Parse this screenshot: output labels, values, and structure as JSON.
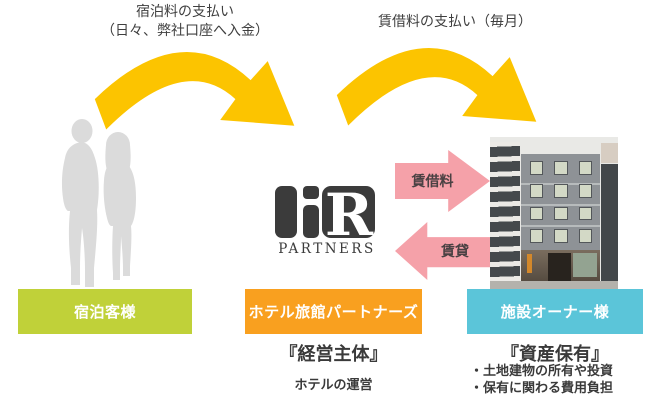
{
  "flow_labels": {
    "guest_payment_line1": "宿泊料の支払い",
    "guest_payment_line2": "（日々、弊社口座へ入金）",
    "rent_payment": "賃借料の支払い（毎月）"
  },
  "logo": {
    "r_letter": "R",
    "wordmark": "PARTNERS"
  },
  "exchange_arrows": {
    "rent_fee": "賃借料",
    "lease": "賃貸"
  },
  "entities": {
    "guest": {
      "label": "宿泊客様",
      "color": "#c0d139"
    },
    "company": {
      "label": "ホテル旅館パートナーズ",
      "color": "#f9a01f"
    },
    "owner": {
      "label": "施設オーナー様",
      "color": "#5bc5d9"
    }
  },
  "roles": {
    "company": {
      "title": "『経営主体』",
      "desc": "ホテルの運営"
    },
    "owner": {
      "title": "『資産保有』",
      "bullets": [
        "・土地建物の所有や投資",
        "・保有に関わる費用負担"
      ]
    }
  },
  "colors": {
    "arrow_yellow": "#fcc400",
    "arrow_pink": "#f5a1a9",
    "silhouette": "#dbdbdb",
    "logo_dark": "#3b3b3b",
    "text_dark": "#3f3f3f"
  }
}
